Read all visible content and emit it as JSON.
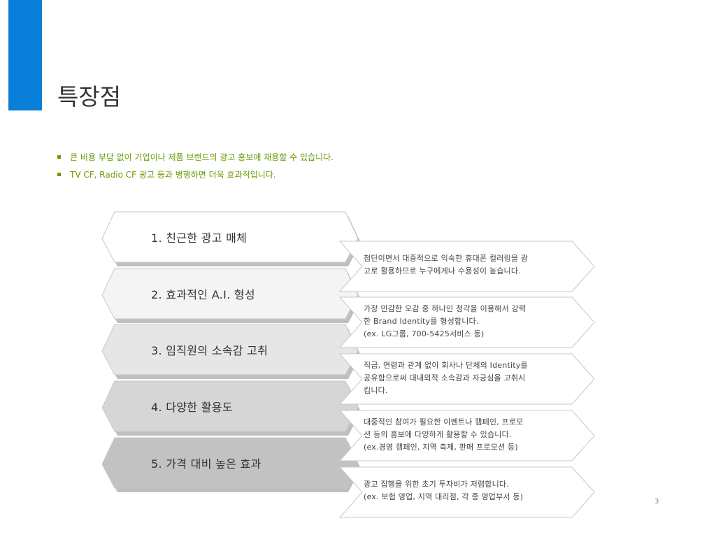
{
  "slide": {
    "title": "특장점",
    "page_number": "3"
  },
  "bullets": [
    "큰 비용 부담 없이 기업이나 제품 브랜드의 광고 홍보에 채용할 수 있습니다.",
    "TV CF, Radio CF 광고 등과 병행하면 더욱 효과적입니다."
  ],
  "features": [
    {
      "label": "1. 친근한 광고 매체",
      "desc": [
        "첨단이면서 대중적으로 익숙한 휴대폰 컬러링을 광",
        "고로 활용하므로 누구에게나 수용성이 높습니다."
      ]
    },
    {
      "label": "2. 효과적인 A.I. 형성",
      "desc": [
        "가장 민감한 오감 중 하나인 청각을 이용해서 강력",
        "한 Brand Identity를 형성합니다.",
        "(ex. LG그룹, 700-5425서비스 등)"
      ]
    },
    {
      "label": "3. 임직원의 소속감 고취",
      "desc": [
        "직급, 연령과 관계 없이 회사나 단체의 Identity를",
        "공유함으로써 대내외적 소속감과 자긍심을 고취시",
        "킵니다."
      ]
    },
    {
      "label": "4. 다양한 활용도",
      "desc": [
        "대중적인 참여가 필요한 이벤트나 캠페인, 프로모",
        "션 등의 홍보에 다양하게 활용할 수 있습니다.",
        "(ex.경영 캠페인, 지역 축제, 판매 프로모션 등)"
      ]
    },
    {
      "label": "5. 가격 대비 높은 효과",
      "desc": [
        "광고 집행을 위한 초기 투자비가 저렴합니다.",
        "(ex. 보험 영업, 지역 대리점, 각 종 영업부서 등)"
      ]
    }
  ],
  "colors": {
    "accent": "#0a7fd9",
    "bullet_text": "#6a9a00",
    "hex_fills": [
      "#ffffff",
      "#f4f4f4",
      "#e6e6e6",
      "#d6d6d6",
      "#c2c2c2"
    ]
  }
}
